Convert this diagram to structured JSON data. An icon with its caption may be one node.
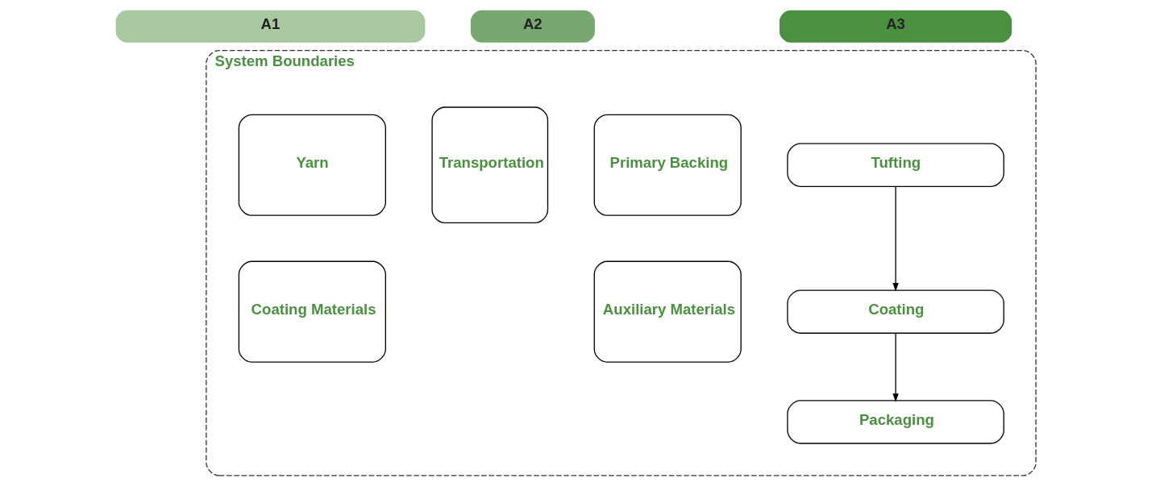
{
  "diagram": {
    "nodes": [
      {
        "text": [
          "A1"
        ]
      },
      {
        "text": [
          "A2"
        ]
      },
      {
        "text": [
          "A3"
        ]
      },
      {
        "text": [
          "System Boundaries"
        ]
      },
      {
        "text": [
          "Yarn"
        ],
        "in": 3
      },
      {
        "text": [
          "Primary Backing"
        ],
        "in": 3
      },
      {
        "text": [
          "Coating Materials"
        ],
        "in": 3
      },
      {
        "text": [
          "Auxiliary Materials"
        ],
        "in": 3
      },
      {
        "text": [
          "Transportation"
        ],
        "in": 3
      },
      {
        "text": [
          "Tufting"
        ],
        "in": 3
      },
      {
        "text": [
          "Coating"
        ],
        "in": 3
      },
      {
        "text": [
          "Packaging"
        ],
        "in": 3
      }
    ],
    "edges": [
      {
        "from": 9,
        "to": 10,
        "arrow": "to"
      },
      {
        "from": 10,
        "to": 11,
        "arrow": "to"
      }
    ]
  }
}
